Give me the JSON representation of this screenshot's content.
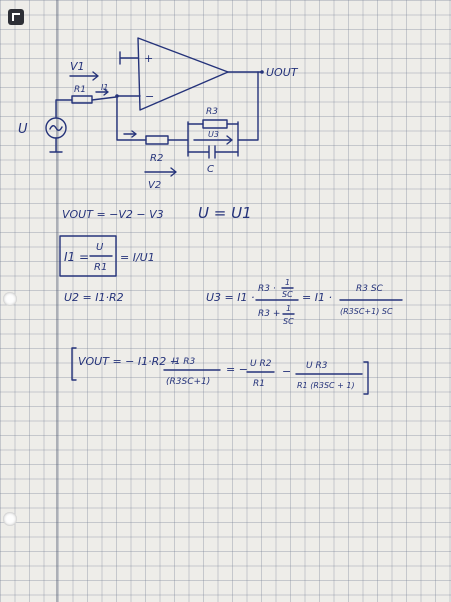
{
  "circuit": {
    "v1_label": "V1",
    "r1_label": "R1",
    "i1_label": "I1",
    "source_label": "U",
    "plus_label": "+",
    "minus_label": "−",
    "out_label": "UOUT",
    "r3_label": "R3",
    "u3_label": "U3",
    "c_label": "C",
    "r2_label": "R2",
    "v2_label": "V2"
  },
  "equations": {
    "vout_sum": "VOUT = −V2 − V3",
    "u_eq": "U = U1",
    "i1_lhs": "I1 =",
    "i1_num": "U",
    "i1_den": "R1",
    "i1_rhs": "= I/U1",
    "u2_eq": "U2 = I1·R2",
    "u3_lhs": "U3 = I1 ·",
    "u3_num_r": "R3 ·",
    "u3_num_fr_n": "1",
    "u3_num_fr_d": "SC",
    "u3_den_r": "R3 +",
    "u3_den_fr_n": "1",
    "u3_den_fr_d": "SC",
    "u3_mid": "= I1 ·",
    "u3_num2": "R3 SC",
    "u3_den2": "(R3SC+1) SC",
    "final_lhs": "VOUT = − I1·R2 −",
    "final_num1": "I1 R3",
    "final_den1": "(R3SC+1)",
    "final_eq": "= −",
    "final_num2": "U R2",
    "final_den2": "R1",
    "final_minus": "−",
    "final_num3": "U R3",
    "final_den3": "R1 (R3SC + 1)"
  }
}
